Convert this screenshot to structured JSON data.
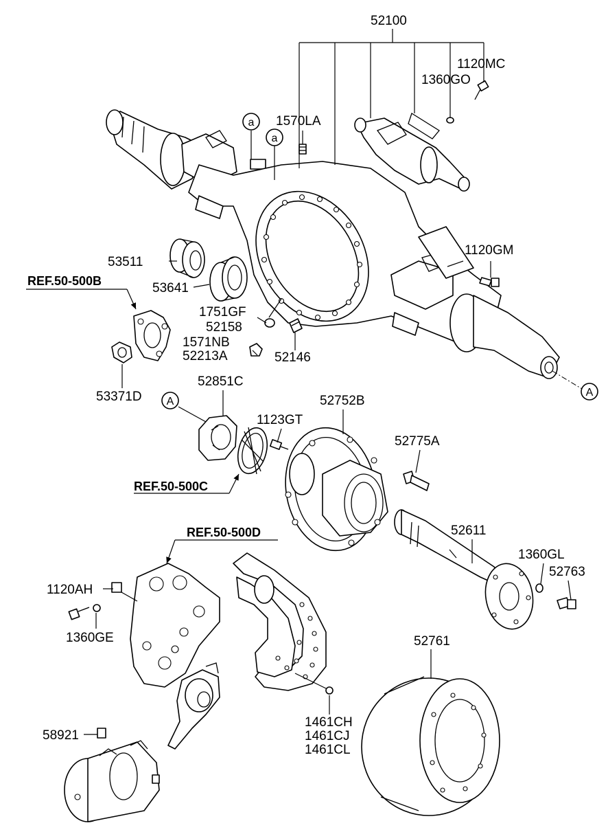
{
  "labels": {
    "p52100": "52100",
    "p1120MC": "1120MC",
    "p1360GO": "1360GO",
    "p1570LA": "1570LA",
    "p53511": "53511",
    "p53641": "53641",
    "p1120GM": "1120GM",
    "p1751GF": "1751GF",
    "p52158": "52158",
    "p1571NB": "1571NB",
    "p52213A": "52213A",
    "p52146": "52146",
    "p53371D": "53371D",
    "p52851C": "52851C",
    "p52752B": "52752B",
    "p1123GT": "1123GT",
    "p52775A": "52775A",
    "p52611": "52611",
    "p1360GL": "1360GL",
    "p52763": "52763",
    "p1120AH": "1120AH",
    "p1360GE": "1360GE",
    "p52761": "52761",
    "p1461CH": "1461CH",
    "p1461CJ": "1461CJ",
    "p1461CL": "1461CL",
    "p58921": "58921"
  },
  "refs": {
    "r500B": "REF.50-500B",
    "r500C": "REF.50-500C",
    "r500D": "REF.50-500D"
  },
  "markers": {
    "a1": "a",
    "a2": "a",
    "A1": "A",
    "A2": "A"
  }
}
